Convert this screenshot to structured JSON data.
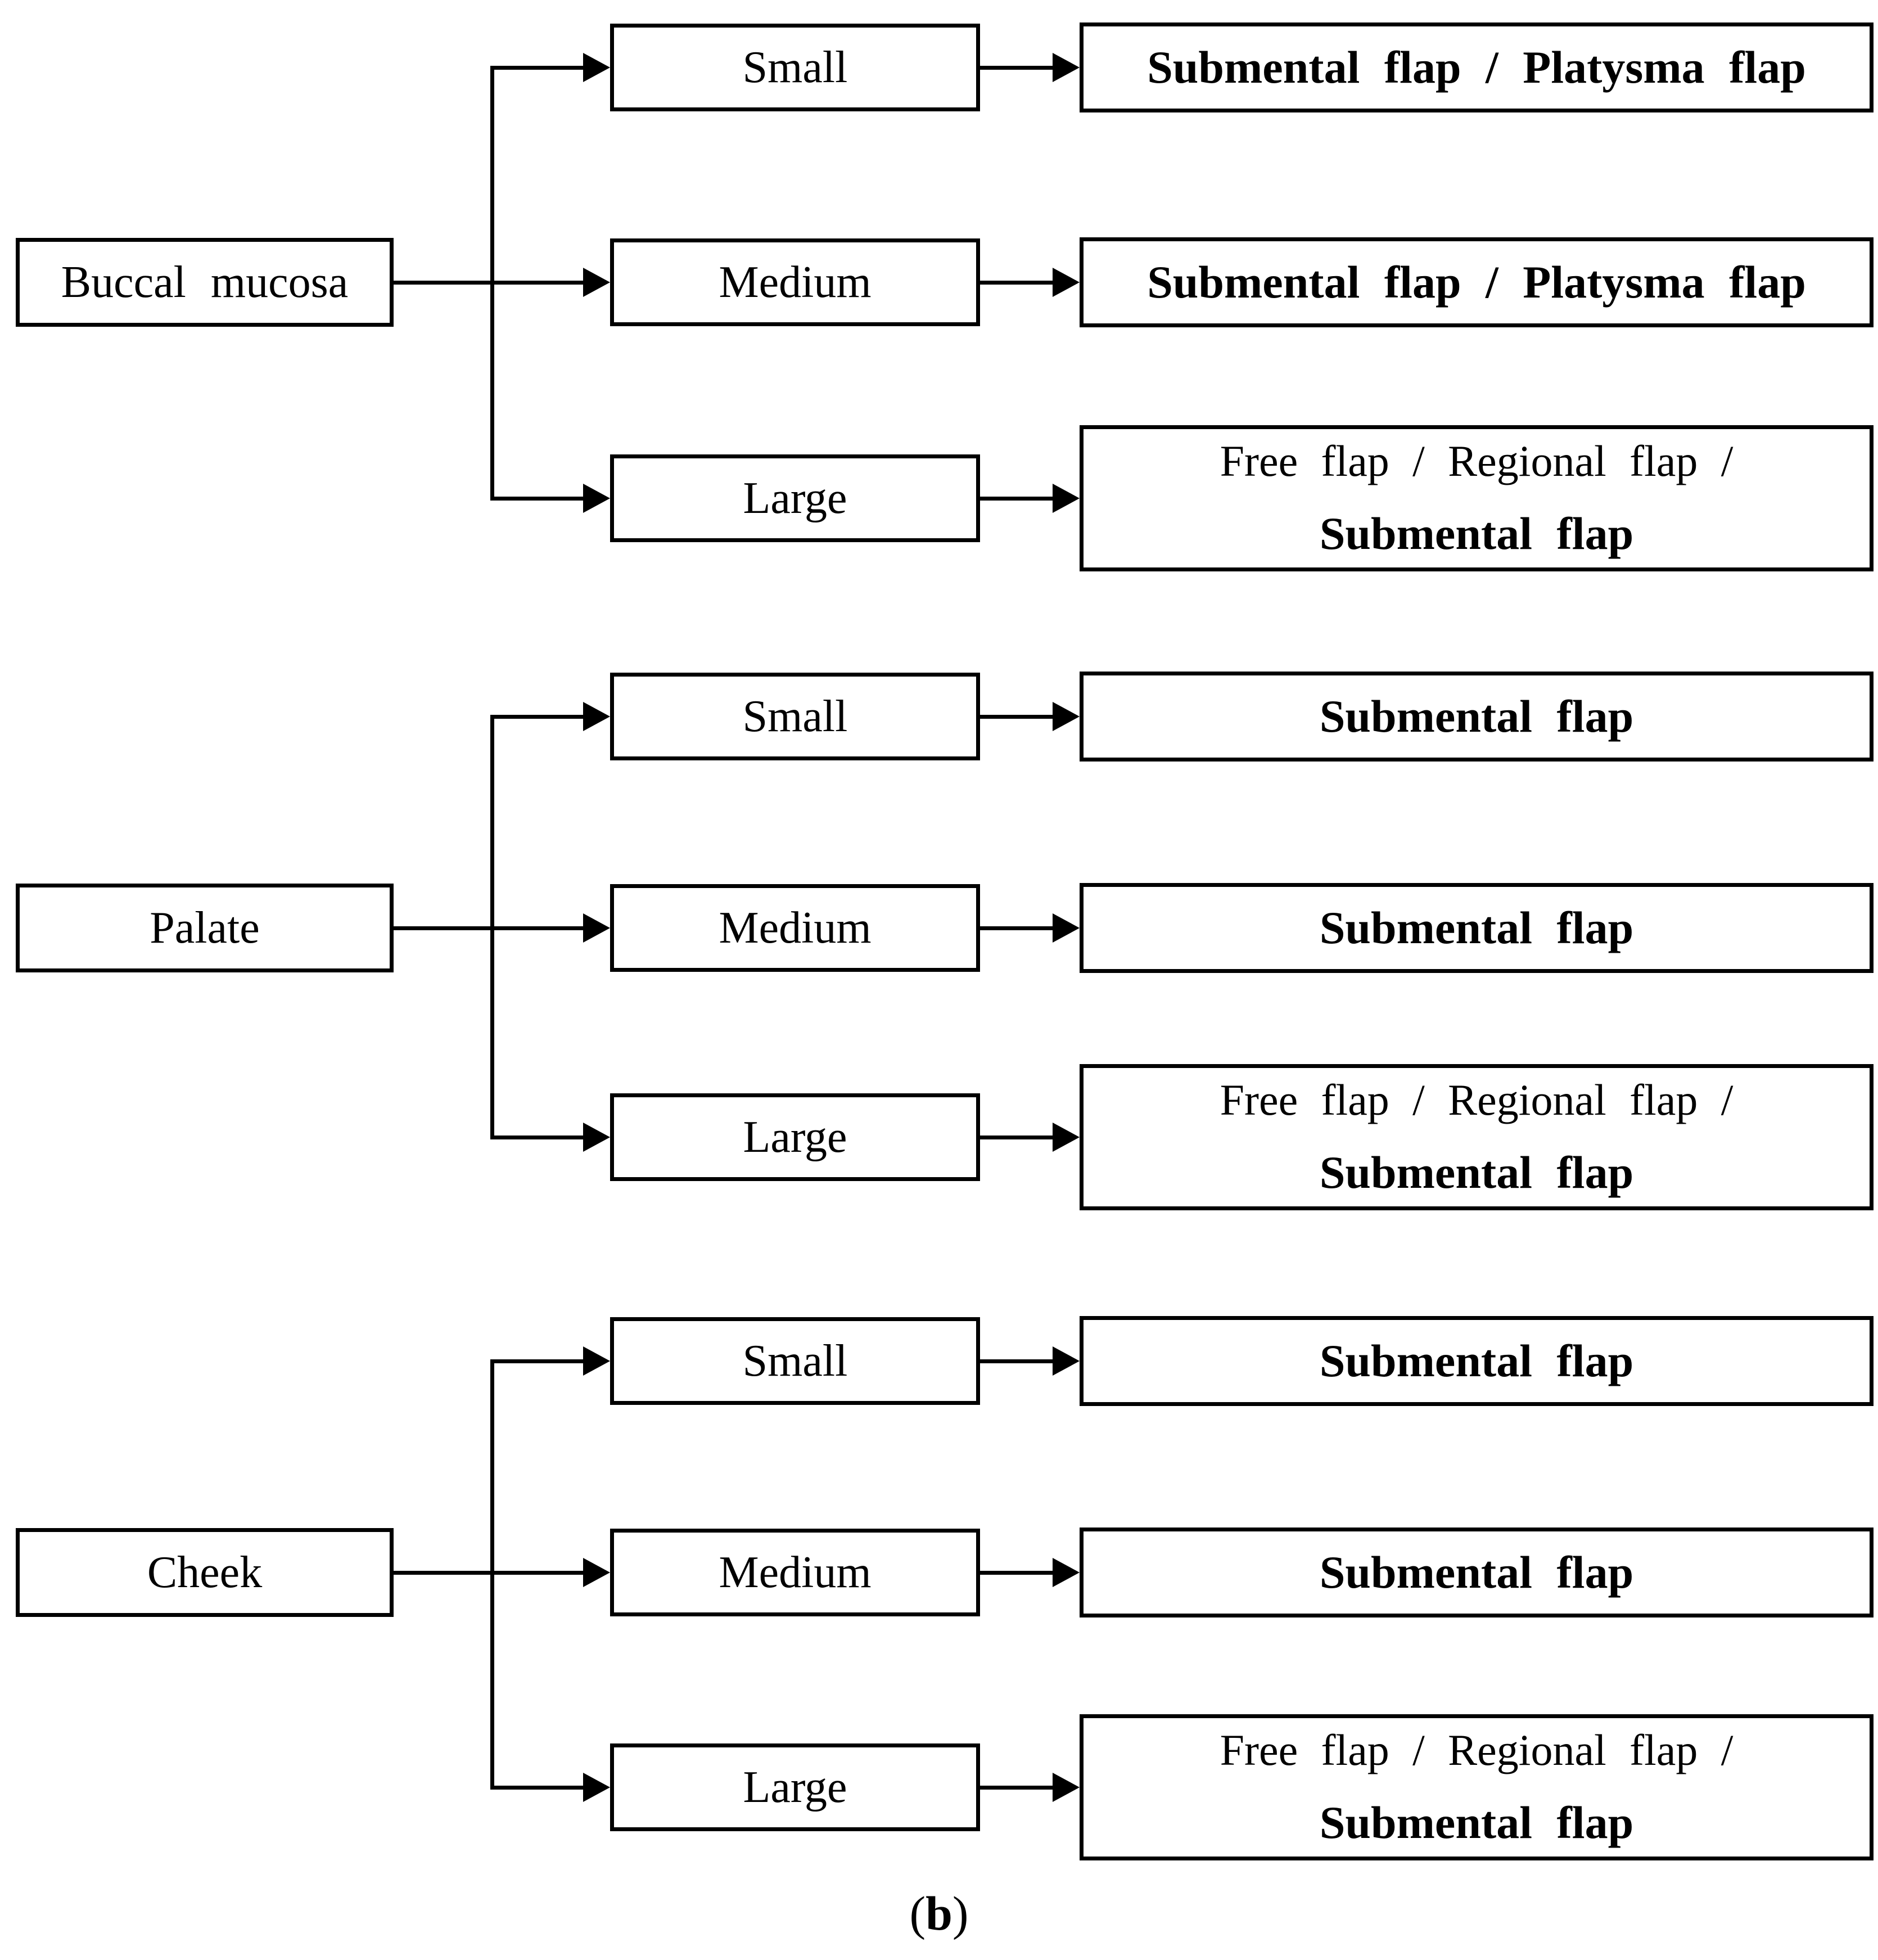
{
  "caption": {
    "open": "(",
    "letter": "b",
    "close": ")"
  },
  "groups": [
    {
      "source": "Buccal mucosa",
      "branches": [
        {
          "size": "Small",
          "result_lines": [
            "Submental flap / Platysma flap"
          ]
        },
        {
          "size": "Medium",
          "result_lines": [
            "Submental flap / Platysma flap"
          ]
        },
        {
          "size": "Large",
          "result_lines": [
            "Free flap / Regional flap /",
            "Submental flap"
          ]
        }
      ]
    },
    {
      "source": "Palate",
      "branches": [
        {
          "size": "Small",
          "result_lines": [
            "Submental flap"
          ]
        },
        {
          "size": "Medium",
          "result_lines": [
            "Submental flap"
          ]
        },
        {
          "size": "Large",
          "result_lines": [
            "Free flap / Regional flap /",
            "Submental flap"
          ]
        }
      ]
    },
    {
      "source": "Cheek",
      "branches": [
        {
          "size": "Small",
          "result_lines": [
            "Submental flap"
          ]
        },
        {
          "size": "Medium",
          "result_lines": [
            "Submental flap"
          ]
        },
        {
          "size": "Large",
          "result_lines": [
            "Free flap / Regional flap /",
            "Submental flap"
          ]
        }
      ]
    }
  ]
}
